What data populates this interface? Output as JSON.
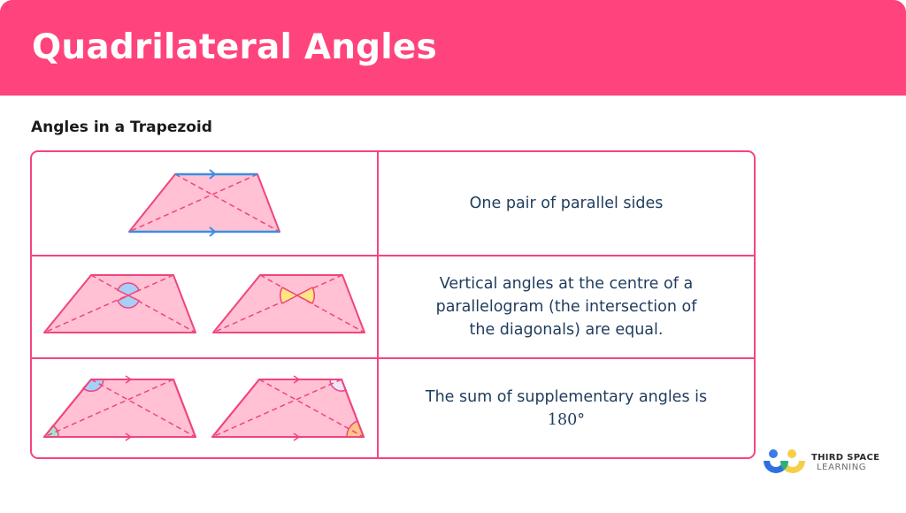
{
  "header": {
    "title": "Quadrilateral Angles",
    "background_color": "#ff437c"
  },
  "subtitle": "Angles in a Trapezoid",
  "table": {
    "border_color": "#f5457c",
    "rows": [
      {
        "figure": "trapezoid-parallel-sides",
        "description": "One pair of parallel sides"
      },
      {
        "figure": "trapezoid-vertical-angles",
        "description_lines": [
          "Vertical angles at the centre of a",
          "parallelogram (the intersection of",
          "the diagonals) are equal."
        ]
      },
      {
        "figure": "trapezoid-supplementary-angles",
        "description_lines": [
          "The sum of supplementary angles is",
          "180°"
        ]
      }
    ]
  },
  "colors": {
    "shape_fill": "#ffc1d3",
    "shape_stroke": "#f0457c",
    "parallel_stroke": "#3a8ee6",
    "angle_blue": "#a6d0f7",
    "angle_yellow": "#ffe680",
    "angle_green": "#a8e3cc",
    "angle_lavender": "#ece6fb",
    "angle_orange": "#ffc48a",
    "text": "#1f3c5d"
  },
  "logo": {
    "line1": "THIRD SPACE",
    "line2": "LEARNING"
  }
}
